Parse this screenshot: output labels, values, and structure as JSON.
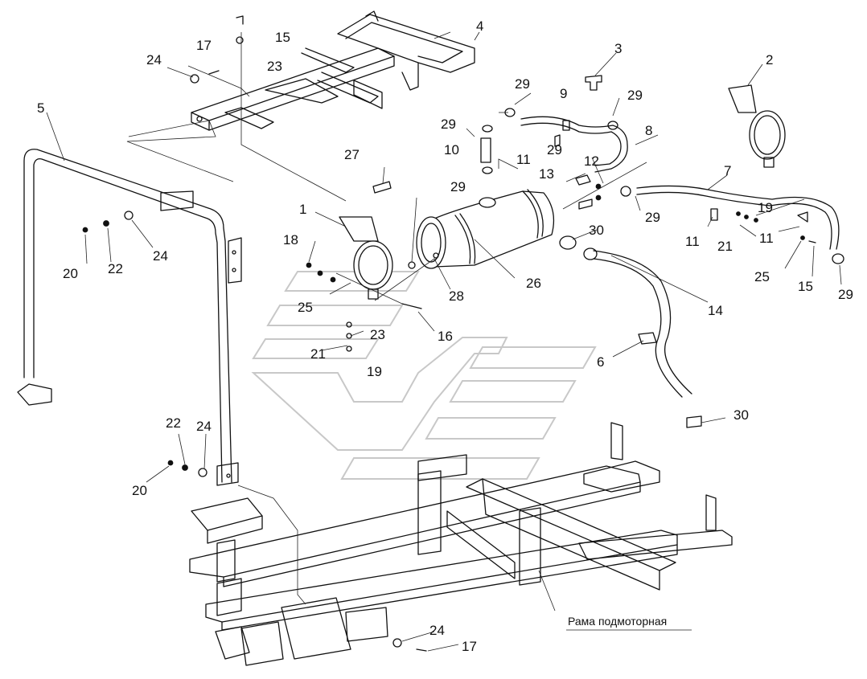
{
  "callouts": [
    {
      "id": "c-1",
      "text": "1"
    },
    {
      "id": "c-2",
      "text": "2"
    },
    {
      "id": "c-3",
      "text": "3"
    },
    {
      "id": "c-4",
      "text": "4"
    },
    {
      "id": "c-5",
      "text": "5"
    },
    {
      "id": "c-6",
      "text": "6"
    },
    {
      "id": "c-7",
      "text": "7"
    },
    {
      "id": "c-8",
      "text": "8"
    },
    {
      "id": "c-9",
      "text": "9"
    },
    {
      "id": "c-10",
      "text": "10"
    },
    {
      "id": "c-11a",
      "text": "11"
    },
    {
      "id": "c-11b",
      "text": "11"
    },
    {
      "id": "c-11c",
      "text": "11"
    },
    {
      "id": "c-12",
      "text": "12"
    },
    {
      "id": "c-13",
      "text": "13"
    },
    {
      "id": "c-14",
      "text": "14"
    },
    {
      "id": "c-15a",
      "text": "15"
    },
    {
      "id": "c-15b",
      "text": "15"
    },
    {
      "id": "c-16",
      "text": "16"
    },
    {
      "id": "c-17a",
      "text": "17"
    },
    {
      "id": "c-17b",
      "text": "17"
    },
    {
      "id": "c-18",
      "text": "18"
    },
    {
      "id": "c-19a",
      "text": "19"
    },
    {
      "id": "c-19b",
      "text": "19"
    },
    {
      "id": "c-20a",
      "text": "20"
    },
    {
      "id": "c-20b",
      "text": "20"
    },
    {
      "id": "c-21a",
      "text": "21"
    },
    {
      "id": "c-21b",
      "text": "21"
    },
    {
      "id": "c-22a",
      "text": "22"
    },
    {
      "id": "c-22b",
      "text": "22"
    },
    {
      "id": "c-23a",
      "text": "23"
    },
    {
      "id": "c-23b",
      "text": "23"
    },
    {
      "id": "c-24a",
      "text": "24"
    },
    {
      "id": "c-24b",
      "text": "24"
    },
    {
      "id": "c-24c",
      "text": "24"
    },
    {
      "id": "c-24d",
      "text": "24"
    },
    {
      "id": "c-25a",
      "text": "25"
    },
    {
      "id": "c-25b",
      "text": "25"
    },
    {
      "id": "c-26",
      "text": "26"
    },
    {
      "id": "c-27",
      "text": "27"
    },
    {
      "id": "c-28",
      "text": "28"
    },
    {
      "id": "c-29a",
      "text": "29"
    },
    {
      "id": "c-29b",
      "text": "29"
    },
    {
      "id": "c-29c",
      "text": "29"
    },
    {
      "id": "c-29d",
      "text": "29"
    },
    {
      "id": "c-29e",
      "text": "29"
    },
    {
      "id": "c-29f",
      "text": "29"
    },
    {
      "id": "c-29g",
      "text": "29"
    },
    {
      "id": "c-30a",
      "text": "30"
    },
    {
      "id": "c-30b",
      "text": "30"
    }
  ],
  "frame_label": "Рама подмоторная"
}
